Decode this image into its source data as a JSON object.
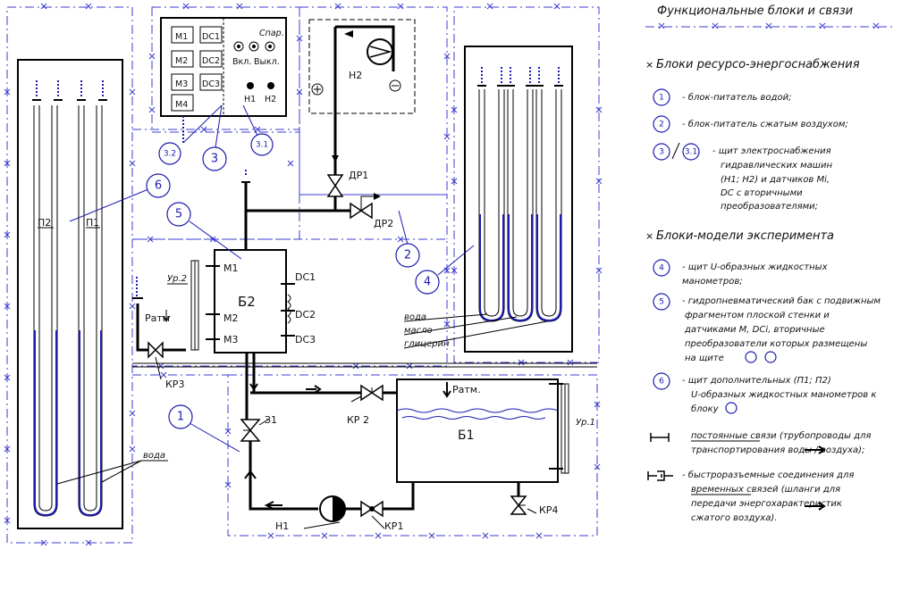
{
  "legend": {
    "title": "Функциональные блоки и связи",
    "section1": "Блоки ресурсо-энергоснабжения",
    "section2": "Блоки-модели эксперимента",
    "items": [
      {
        "num": "1",
        "lines": [
          "- блок-питатель водой;"
        ]
      },
      {
        "num": "2",
        "lines": [
          "- блок-питатель сжатым воздухом;"
        ]
      },
      {
        "num": "3",
        "num2": "3.1",
        "lines": [
          "- щит электроснабжения",
          "гидравлических машин",
          "(H1; H2) и датчиков Mi,",
          "DC с вторичными",
          "преобразователями;"
        ]
      },
      {
        "num": "4",
        "lines": [
          "- щит U-образных жидкостных",
          "манометров;"
        ]
      },
      {
        "num": "5",
        "lines": [
          "- гидропневматический бак с подвижным",
          "фрагментом плоской стенки и",
          "датчиками M, DCi, вторичные",
          "преобразователи которых размещены",
          "на щите"
        ]
      },
      {
        "num": "6",
        "lines": [
          "- щит дополнительных (П1; П2)",
          "U-образных жидкостных манометров к",
          "блоку"
        ]
      },
      {
        "kind": "permanent",
        "lines": [
          "постоянные связи (трубопроводы для",
          "транспортирования воды / воздуха);"
        ]
      },
      {
        "kind": "quick",
        "lines": [
          "- быстроразъемные соединения для",
          "временных связей (шланги для",
          "передачи энергохарактеристик",
          "сжатого воздуха)."
        ]
      }
    ]
  },
  "panel": {
    "meters": [
      "M1",
      "M2",
      "M3",
      "M4"
    ],
    "dc": [
      "DC1",
      "DC2",
      "DC3"
    ],
    "spare": "Спар.",
    "on": "Вкл.",
    "off": "Выкл.",
    "h1": "H1",
    "h2": "H2"
  },
  "labels": {
    "n3_2": "3.2",
    "n3": "3",
    "n3_1": "3.1",
    "n1": "1",
    "n2": "2",
    "n4": "4",
    "n5": "5",
    "n6": "6",
    "p2": "П2",
    "p1": "П1",
    "h2": "H2",
    "dr1": "ДР1",
    "dr2": "ДР2",
    "b2": "Б2",
    "m1": "M1",
    "m2": "M2",
    "m3": "M3",
    "dc1": "DC1",
    "dc2": "DC2",
    "dc3": "DC3",
    "ur2": "Ур.2",
    "ur1": "Ур.1",
    "patm": "Ратм",
    "patm2": "Ратм.",
    "kr3": "КР3",
    "kr2": "КР 2",
    "kr1": "КР1",
    "kr4": "КР4",
    "z1": "З1",
    "n1pump": "H1",
    "b1": "Б1",
    "water": "вода",
    "oil": "масло",
    "glycerin": "глицерин",
    "water2": "вода"
  },
  "colors": {
    "dash": "#3b3bd0",
    "ink": "#000000",
    "blue": "#1c1cb0"
  }
}
